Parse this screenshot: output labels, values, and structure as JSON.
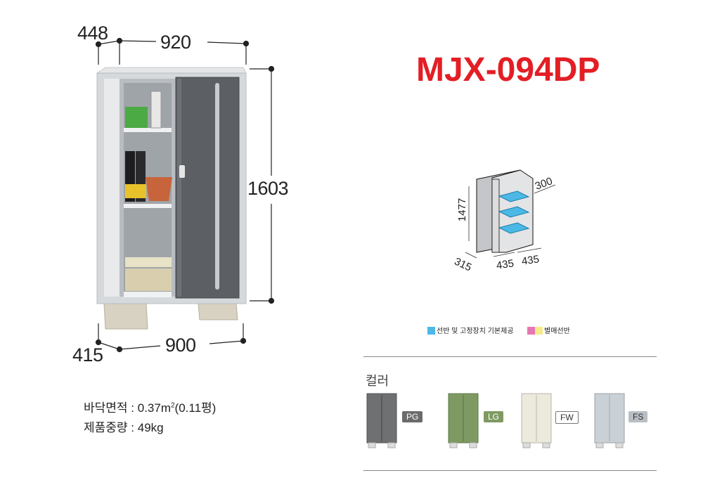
{
  "product": {
    "model": "MJX-094DP"
  },
  "dimensions": {
    "depth_top": "448",
    "width_top": "920",
    "height": "1603",
    "depth_bottom": "415",
    "width_bottom": "900"
  },
  "interior": {
    "height": "1477",
    "shelf_depth": "300",
    "depth": "315",
    "width_left": "435",
    "width_right": "435"
  },
  "legend": {
    "standard_label": "선반 및 고정장치 기본제공",
    "optional_label": "별매선반",
    "standard_color": "#4bb8e6",
    "optional_color1": "#e776b4",
    "optional_color2": "#f5ec8a"
  },
  "specs": {
    "floor_area_label": "바닥면적 : ",
    "floor_area_value": "0.37m",
    "floor_area_sup": "2",
    "floor_area_extra": "(0.11평)",
    "weight_label": "제품중량 : ",
    "weight_value": "49kg"
  },
  "colors": {
    "title": "컬러",
    "items": [
      {
        "code": "PG",
        "body": "#6e7072",
        "badge_bg": "#6b6b6b",
        "badge_fg": "#ffffff"
      },
      {
        "code": "LG",
        "body": "#7e9a62",
        "badge_bg": "#7e9a62",
        "badge_fg": "#ffffff"
      },
      {
        "code": "FW",
        "body": "#ece9dd",
        "badge_bg": "#ffffff",
        "badge_fg": "#333333"
      },
      {
        "code": "FS",
        "body": "#c9d0d6",
        "badge_bg": "#b8bec4",
        "badge_fg": "#333333"
      }
    ]
  }
}
